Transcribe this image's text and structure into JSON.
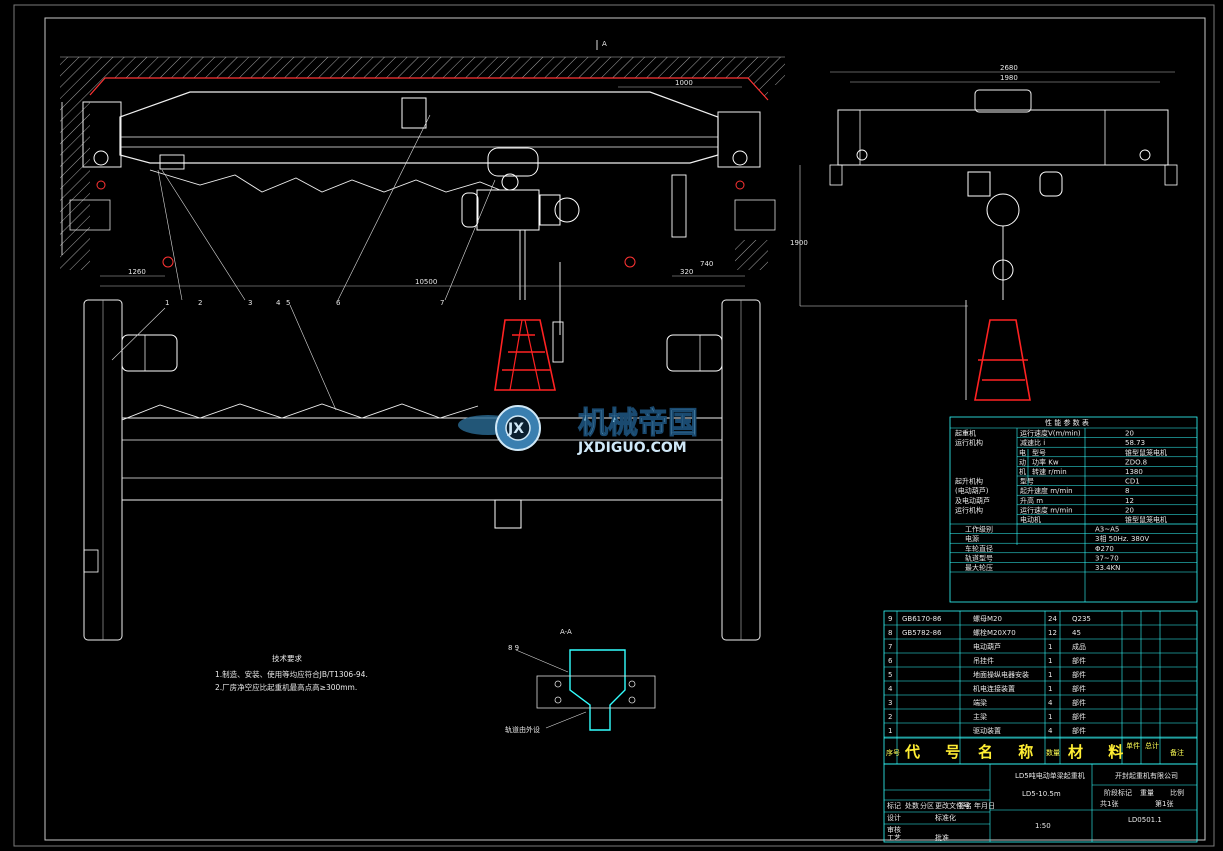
{
  "section_markers": {
    "top_a": "A",
    "bottom_a": "A",
    "section_title": "A-A"
  },
  "balloons": [
    "1",
    "2",
    "3",
    "4",
    "5",
    "6",
    "7"
  ],
  "watermark": {
    "cn": "机械帝国",
    "en": "JXDIGUO.COM",
    "logo": "JX"
  },
  "tech_requirements": {
    "title": "技术要求",
    "lines": [
      "1.制造、安装、使用等均应符合JB/T1306-94.",
      "2.厂房净空应比起重机最高点高≥300mm."
    ]
  },
  "section_labels": {
    "rail_note": "轨道由外设",
    "balloon_89": "8 9"
  },
  "perf_table": {
    "title": "性 能 参 数 表",
    "rows": [
      {
        "group": "起重机",
        "item": "运行速度V(m/min)",
        "value": "20"
      },
      {
        "group": "运行机构",
        "item": "减速比 i",
        "value": "58.73"
      },
      {
        "group": "",
        "item": "型号",
        "value": "锥型鼠笼电机",
        "sub": "电"
      },
      {
        "group": "",
        "item": "功率 Kw",
        "value": "ZDO.8",
        "sub": "动"
      },
      {
        "group": "",
        "item": "转速 r/min",
        "value": "1380",
        "sub": "机"
      },
      {
        "group": "起升机构",
        "item": "型号",
        "value": "CD1"
      },
      {
        "group": "(电动葫芦)",
        "item": "起升速度 m/min",
        "value": "8"
      },
      {
        "group": "及电动葫芦",
        "item": "升高 m",
        "value": "12"
      },
      {
        "group": "运行机构",
        "item": "运行速度 m/min",
        "value": "20"
      },
      {
        "group": "",
        "item": "电动机",
        "value": "锥型鼠笼电机"
      }
    ],
    "summary": [
      {
        "label": "工作级别",
        "value": "A3~A5"
      },
      {
        "label": "电源",
        "value": "3相  50Hz.  380V"
      },
      {
        "label": "车轮直径",
        "value": "Φ270"
      },
      {
        "label": "轨道型号",
        "value": "37~70"
      },
      {
        "label": "最大轮压",
        "value": "33.4KN"
      }
    ]
  },
  "bom": {
    "rows": [
      {
        "no": "9",
        "code": "GB6170-86",
        "name": "螺母M20",
        "qty": "24",
        "material": "Q235",
        "note": ""
      },
      {
        "no": "8",
        "code": "GB5782-86",
        "name": "螺栓M20X70",
        "qty": "12",
        "material": "45",
        "note": ""
      },
      {
        "no": "7",
        "code": "",
        "name": "电动葫芦",
        "qty": "1",
        "material": "成品",
        "note": ""
      },
      {
        "no": "6",
        "code": "",
        "name": "吊挂件",
        "qty": "1",
        "material": "部件",
        "note": ""
      },
      {
        "no": "5",
        "code": "",
        "name": "地面操纵电器安装",
        "qty": "1",
        "material": "部件",
        "note": ""
      },
      {
        "no": "4",
        "code": "",
        "name": "机电连接装置",
        "qty": "1",
        "material": "部件",
        "note": ""
      },
      {
        "no": "3",
        "code": "",
        "name": "端梁",
        "qty": "4",
        "material": "部件",
        "note": ""
      },
      {
        "no": "2",
        "code": "",
        "name": "主梁",
        "qty": "1",
        "material": "部件",
        "note": ""
      },
      {
        "no": "1",
        "code": "",
        "name": "驱动装置",
        "qty": "4",
        "material": "部件",
        "note": ""
      }
    ],
    "header": {
      "no": "序号",
      "code": "代 号",
      "name": "名 称",
      "qty": "数量",
      "material": "材 料",
      "weight": "单件",
      "total": "总计",
      "note": "备注"
    }
  },
  "title_block": {
    "company": "开封起重机有限公司",
    "product": "LD5吨电动单梁起重机",
    "model": "LD5-10.5m",
    "drawing_no": "LD0501.1",
    "scale": "1:50",
    "sheet": "共1张",
    "count_label": "第1张",
    "row_labels": [
      "标记",
      "处数",
      "分区",
      "更改文件号",
      "签名",
      "年月日"
    ],
    "role_labels": [
      "设计",
      "审核",
      "工艺",
      "标准化",
      "批准"
    ],
    "stage_labels": [
      "阶段标记",
      "重量",
      "比例"
    ]
  },
  "dimensions": {
    "span": "10500",
    "left_offset": "1260",
    "right_gap": "1000",
    "hook_lim": "320",
    "side_width": "2680",
    "side_inner": "1980",
    "side_height": "1900",
    "right_dim": "740"
  }
}
